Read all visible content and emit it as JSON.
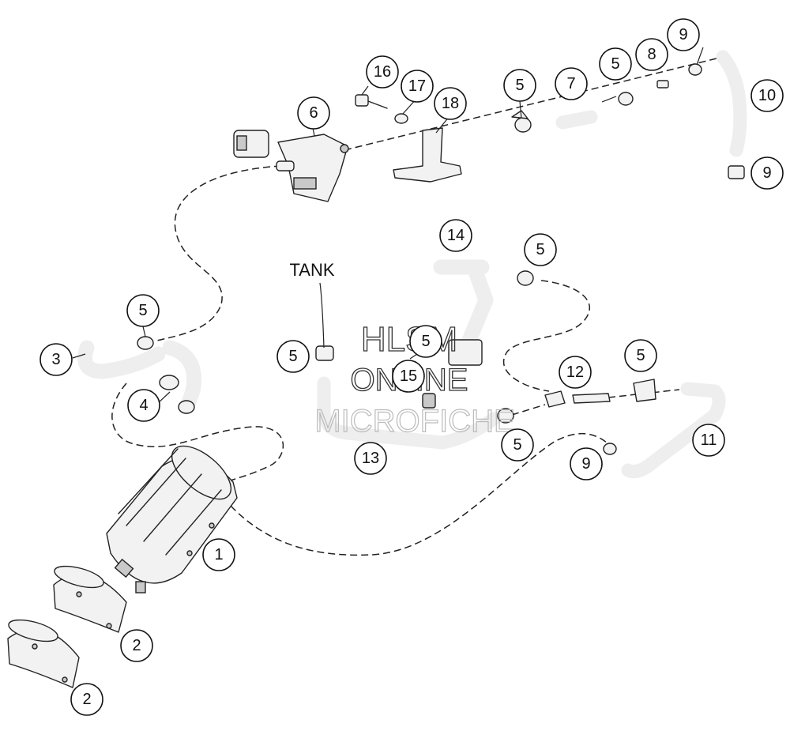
{
  "diagram": {
    "tank_label": "TANK",
    "watermark": {
      "line1": "HLSM",
      "line2": "ONLINE",
      "line3": "MICROFICHE"
    },
    "callouts": [
      {
        "id": "c1",
        "text": "1"
      },
      {
        "id": "c2a",
        "text": "2"
      },
      {
        "id": "c2b",
        "text": "2"
      },
      {
        "id": "c3",
        "text": "3"
      },
      {
        "id": "c4",
        "text": "4"
      },
      {
        "id": "c5a",
        "text": "5"
      },
      {
        "id": "c5b",
        "text": "5"
      },
      {
        "id": "c5c",
        "text": "5"
      },
      {
        "id": "c5d",
        "text": "5"
      },
      {
        "id": "c5e",
        "text": "5"
      },
      {
        "id": "c5f",
        "text": "5"
      },
      {
        "id": "c5g",
        "text": "5"
      },
      {
        "id": "c5h",
        "text": "5"
      },
      {
        "id": "c6",
        "text": "6"
      },
      {
        "id": "c7",
        "text": "7"
      },
      {
        "id": "c8",
        "text": "8"
      },
      {
        "id": "c9a",
        "text": "9"
      },
      {
        "id": "c9b",
        "text": "9"
      },
      {
        "id": "c9c",
        "text": "9"
      },
      {
        "id": "c10",
        "text": "10"
      },
      {
        "id": "c11",
        "text": "11"
      },
      {
        "id": "c12",
        "text": "12"
      },
      {
        "id": "c13",
        "text": "13"
      },
      {
        "id": "c14",
        "text": "14"
      },
      {
        "id": "c15",
        "text": "15"
      },
      {
        "id": "c16",
        "text": "16"
      },
      {
        "id": "c17",
        "text": "17"
      },
      {
        "id": "c18",
        "text": "18"
      }
    ]
  }
}
